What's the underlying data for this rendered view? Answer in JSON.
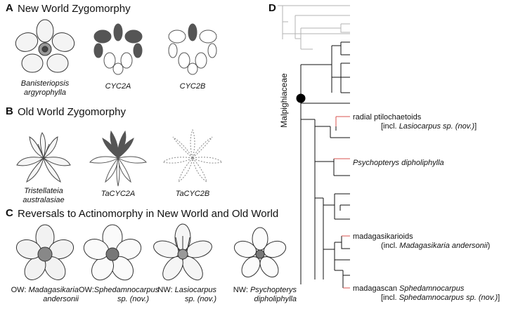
{
  "panels": {
    "A": {
      "letter": "A",
      "title": "New World Zygomorphy",
      "captions": [
        {
          "lines": [
            "Banisteriopsis",
            "argyrophylla"
          ],
          "italic": true
        },
        {
          "lines": [
            "CYC2A"
          ],
          "italic": true
        },
        {
          "lines": [
            "CYC2B"
          ],
          "italic": true
        }
      ]
    },
    "B": {
      "letter": "B",
      "title": "Old World Zygomorphy",
      "captions": [
        {
          "lines": [
            "Tristellateia",
            "australasiae"
          ],
          "italic": true
        },
        {
          "lines": [
            "TaCYC2A"
          ],
          "italic": true
        },
        {
          "lines": [
            "TaCYC2B"
          ],
          "italic": true
        }
      ]
    },
    "C": {
      "letter": "C",
      "title": "Reversals to Actinomorphy in New World and Old World",
      "captions": [
        {
          "prefix": "OW: ",
          "name1": "Madagasikaria",
          "name2": "andersonii"
        },
        {
          "prefix": "OW:",
          "name1": "Sphedamnocarpus",
          "name2": "sp. (nov.)"
        },
        {
          "prefix": "NW: ",
          "name1": "Lasiocarpus",
          "name2": "sp. (nov.)"
        },
        {
          "prefix": "NW: ",
          "name1": "Psychopterys",
          "name2": "dipholiphylla"
        }
      ]
    },
    "D": {
      "letter": "D",
      "clade_label": "Malpighiaceae",
      "tip_labels": {
        "radial": {
          "line1": "radial ptilochaetoids",
          "line2_pre": "[incl. ",
          "line2_ital": "Lasiocarpus sp. (nov.)",
          "line2_post": "]"
        },
        "psychopterys": "Psychopterys dipholiphylla",
        "madag": {
          "line1": "madagasikarioids",
          "line2_pre": "(incl. ",
          "line2_ital": "Madagasikaria andersonii",
          "line2_post": ")"
        },
        "spheda": {
          "line1_pre": "madagascan ",
          "line1_ital": "Sphedamnocarpus",
          "line2_pre": "[incl. ",
          "line2_ital": "Sphedamnocarpus sp. (nov.)",
          "line2_post": "]"
        }
      }
    }
  },
  "colors": {
    "gray_branch": "#b3b3b3",
    "black_branch": "#111111",
    "red_branch": "#d9534f",
    "petal_fill": "#555555"
  }
}
